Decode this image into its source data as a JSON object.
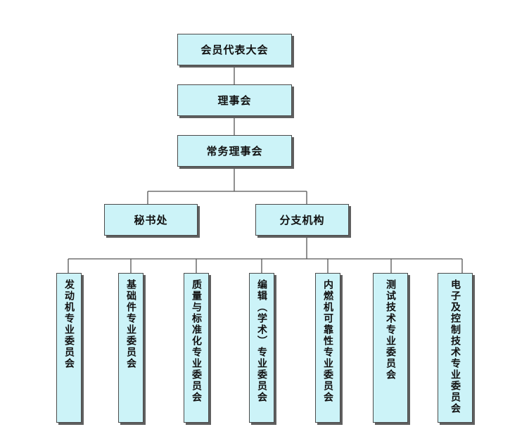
{
  "top_nodes": {
    "assembly": "会员代表大会",
    "council": "理事会",
    "standing_council": "常务理事会"
  },
  "branches": {
    "secretariat": "秘书处",
    "branch_org": "分支机构"
  },
  "committees": [
    "发动机专业委员会",
    "基础件专业委员会",
    "质量与标准化专业委员会",
    "编辑（学术）专业委员会",
    "内燃机可靠性专业委员会",
    "测试技术专业委员会",
    "电子及控制技术专业委员会"
  ],
  "colors": {
    "box_fill": "#ccf3f8",
    "box_border": "#4b4b4b",
    "shadow": "#5f5f5f",
    "connector": "#555555"
  }
}
